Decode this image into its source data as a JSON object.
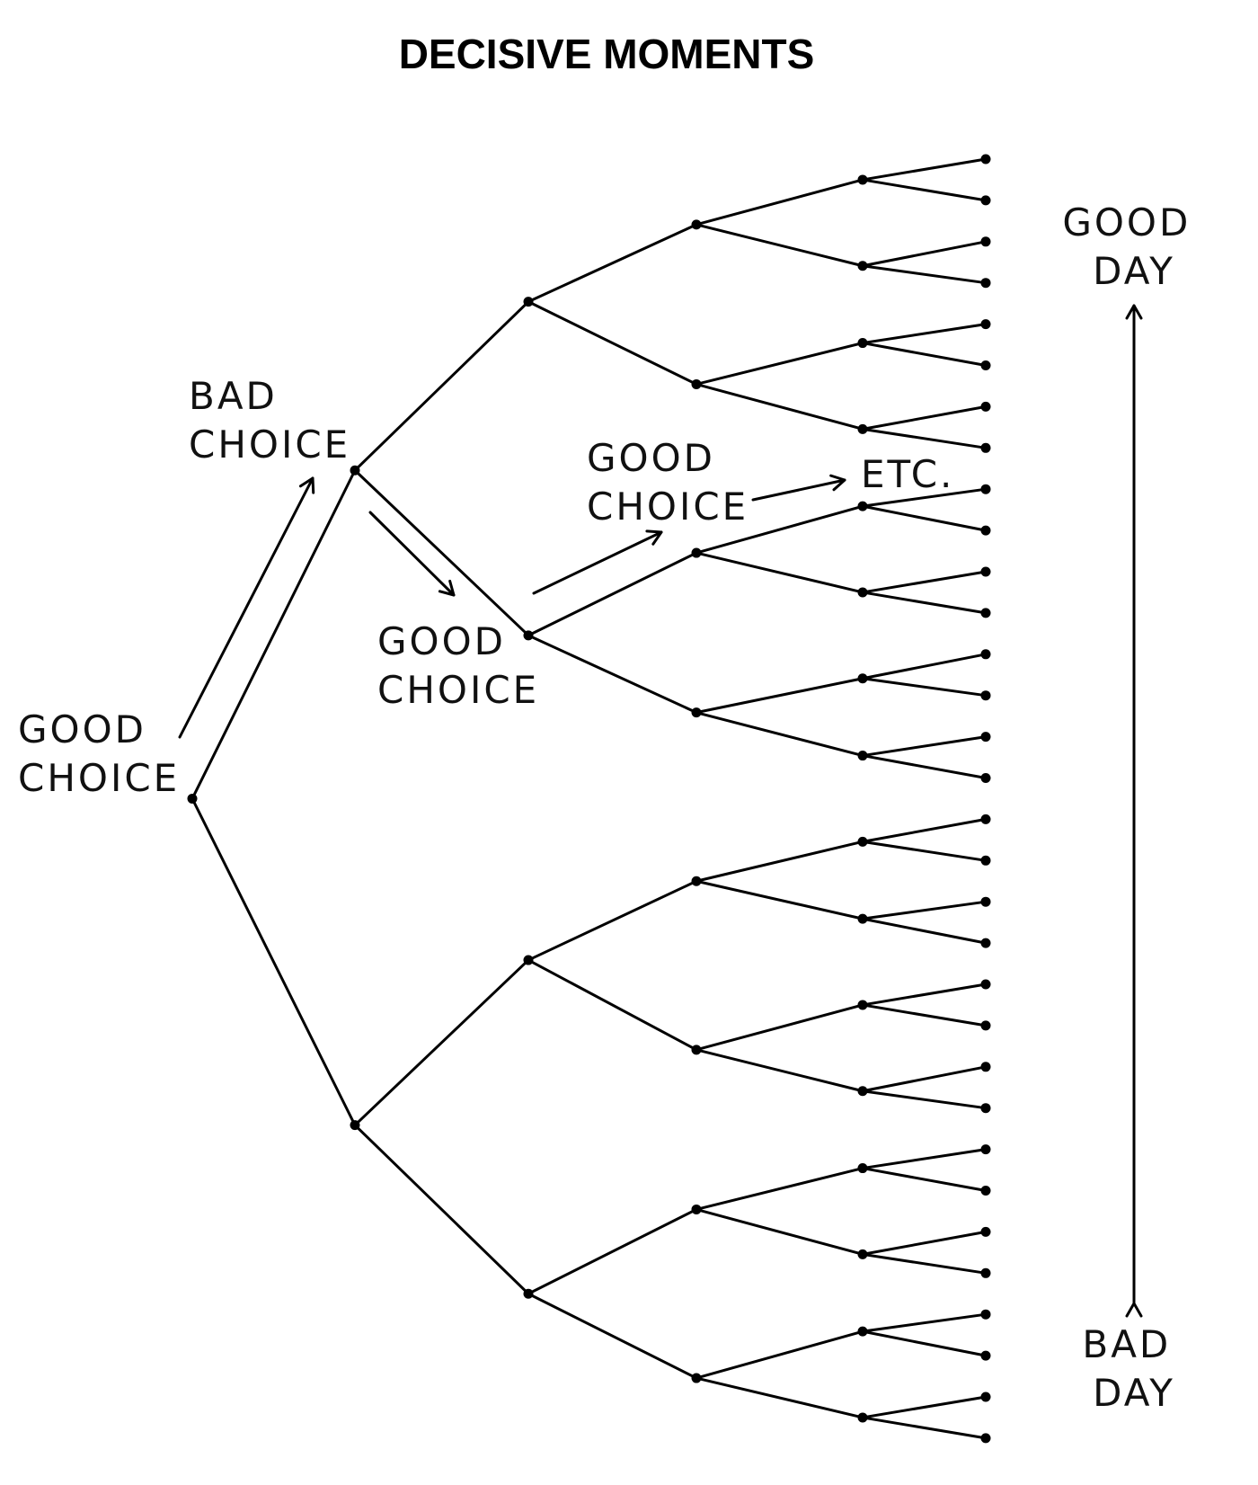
{
  "title": "DECISIVE MOMENTS",
  "labels": {
    "root": [
      "GOOD",
      "CHOICE"
    ],
    "bad_choice": [
      "BAD",
      "CHOICE"
    ],
    "good_choice_mid": [
      "GOOD",
      "CHOICE"
    ],
    "good_choice_upper": [
      "GOOD",
      "CHOICE"
    ],
    "etc": "ETC.",
    "good_day": [
      "GOOD",
      "DAY"
    ],
    "bad_day": [
      "BAD",
      "DAY"
    ]
  },
  "colors": {
    "line": "#000000",
    "background": "#ffffff"
  }
}
